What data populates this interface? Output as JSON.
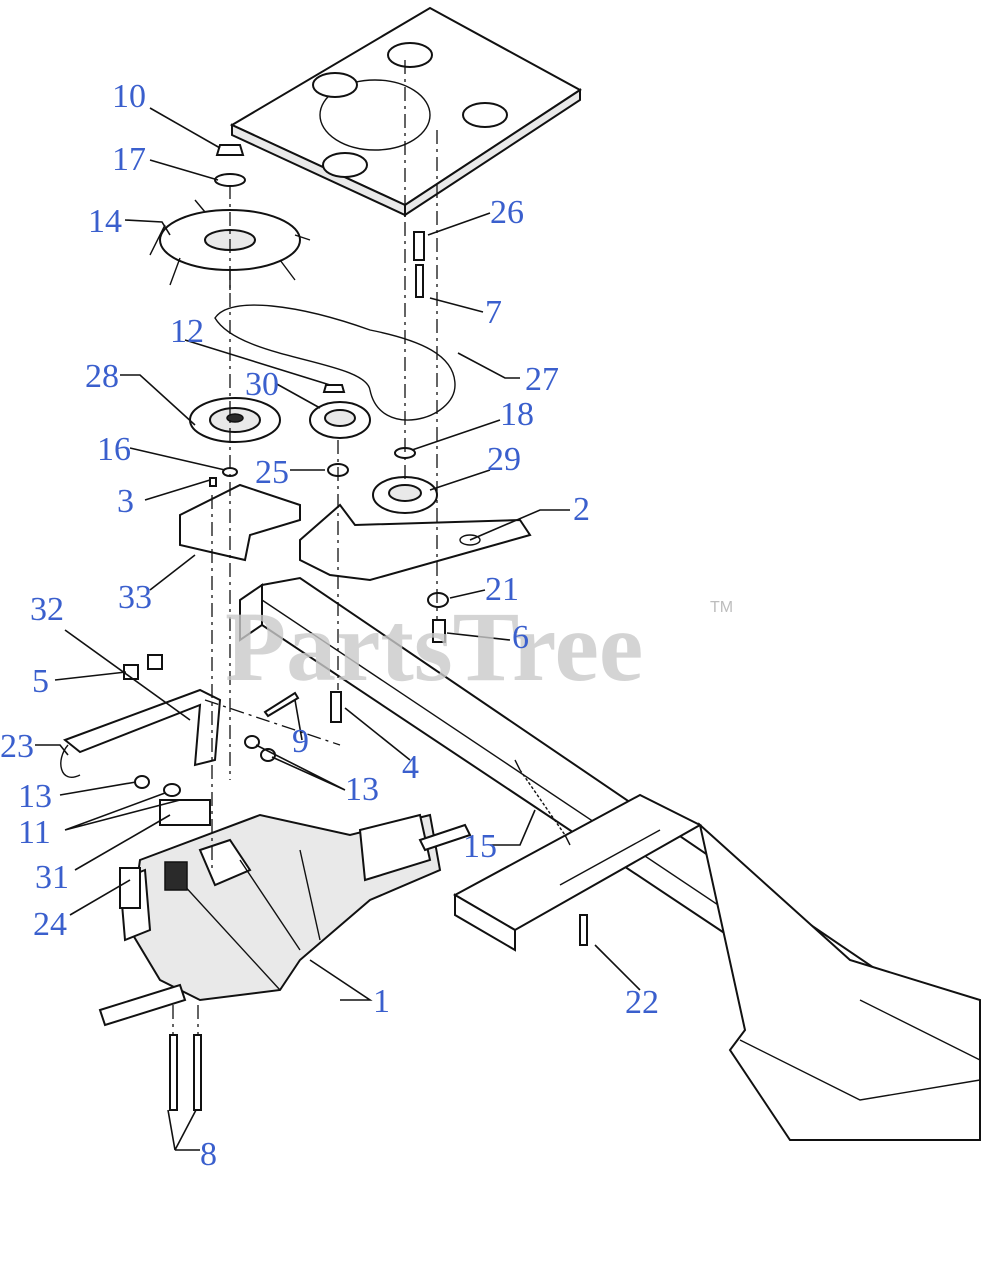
{
  "watermark": {
    "brand": "PartsTree",
    "mark": "TM"
  },
  "colors": {
    "label": "#3a5fcd",
    "line": "#111111",
    "watermark": "#c9c9c9"
  },
  "callouts": [
    "1",
    "2",
    "3",
    "4",
    "5",
    "6",
    "7",
    "8",
    "9",
    "10",
    "11",
    "12",
    "13",
    "13",
    "13",
    "14",
    "15",
    "16",
    "17",
    "18",
    "21",
    "22",
    "23",
    "24",
    "25",
    "26",
    "27",
    "28",
    "29",
    "30",
    "31",
    "32",
    "33"
  ]
}
